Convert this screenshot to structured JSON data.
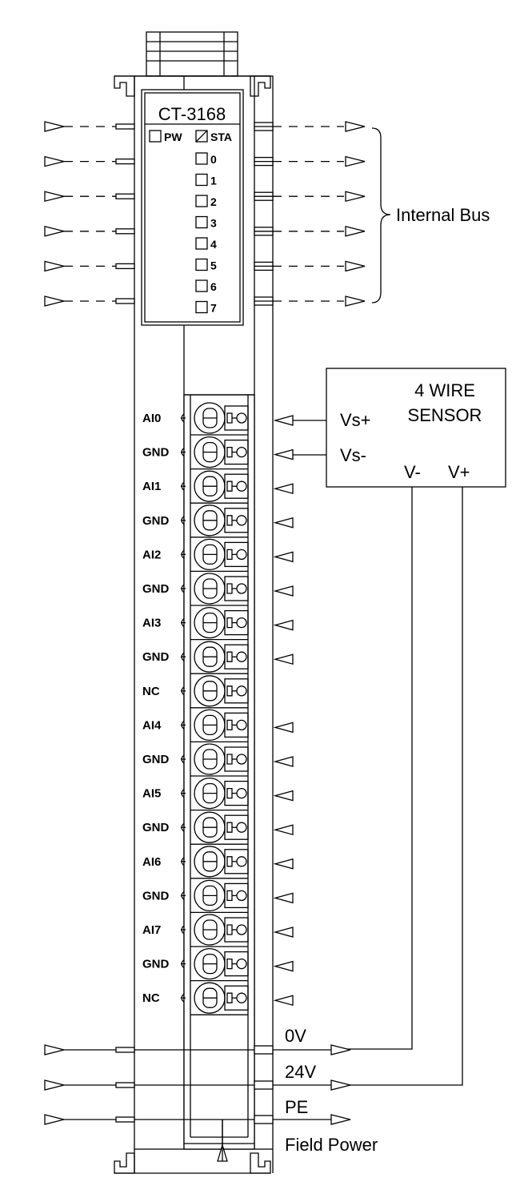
{
  "module": {
    "model": "CT-3168",
    "status_leds": [
      {
        "label": "PW",
        "style": "empty"
      },
      {
        "label": "STA",
        "style": "hatched"
      }
    ],
    "channel_leds": [
      "0",
      "1",
      "2",
      "3",
      "4",
      "5",
      "6",
      "7"
    ]
  },
  "internal_bus_label": "Internal Bus",
  "terminals": [
    {
      "label": "AI0",
      "arrow": true
    },
    {
      "label": "GND",
      "arrow": true
    },
    {
      "label": "AI1",
      "arrow": true
    },
    {
      "label": "GND",
      "arrow": true
    },
    {
      "label": "AI2",
      "arrow": true
    },
    {
      "label": "GND",
      "arrow": true
    },
    {
      "label": "AI3",
      "arrow": true
    },
    {
      "label": "GND",
      "arrow": true
    },
    {
      "label": "NC",
      "arrow": false
    },
    {
      "label": "AI4",
      "arrow": true
    },
    {
      "label": "GND",
      "arrow": true
    },
    {
      "label": "AI5",
      "arrow": true
    },
    {
      "label": "GND",
      "arrow": true
    },
    {
      "label": "AI6",
      "arrow": true
    },
    {
      "label": "GND",
      "arrow": true
    },
    {
      "label": "AI7",
      "arrow": true
    },
    {
      "label": "GND",
      "arrow": true
    },
    {
      "label": "NC",
      "arrow": true
    }
  ],
  "sensor": {
    "title_line1": "4 WIRE",
    "title_line2": "SENSOR",
    "vs_plus": "Vs+",
    "vs_minus": "Vs-",
    "v_minus": "V-",
    "v_plus": "V+"
  },
  "field_power": {
    "rails": [
      "0V",
      "24V",
      "PE"
    ],
    "label": "Field Power"
  }
}
